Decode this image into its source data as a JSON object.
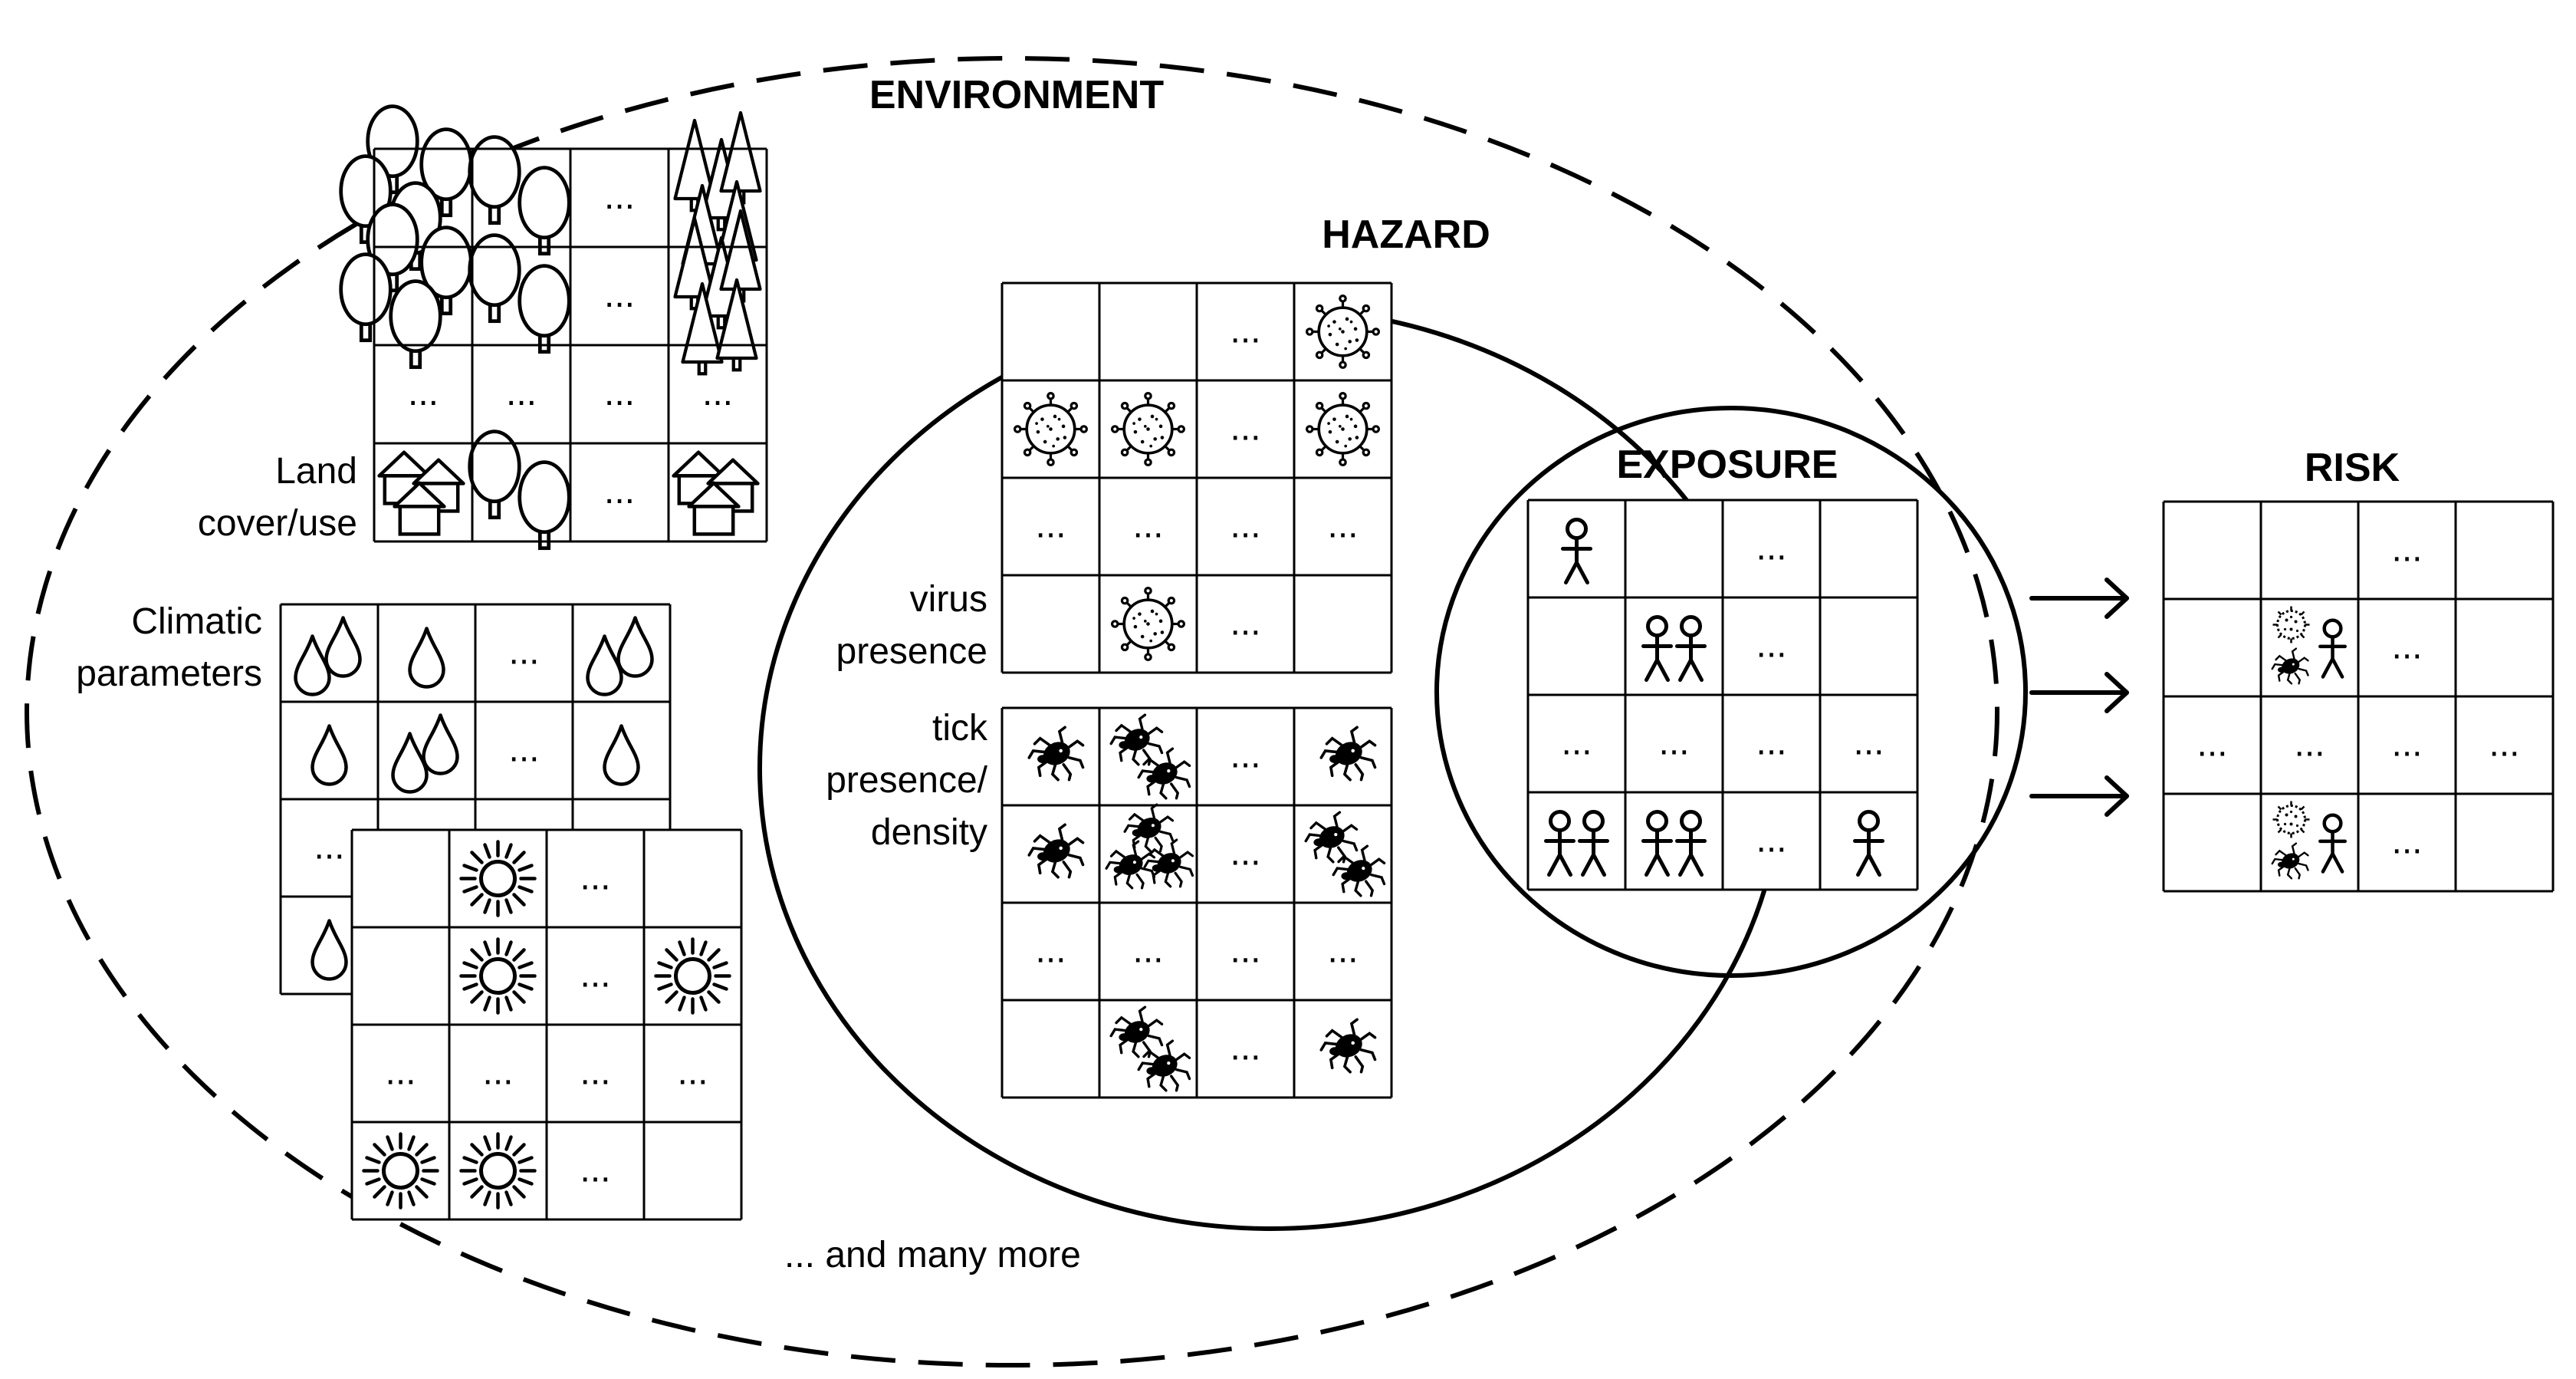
{
  "titles": {
    "environment": "ENVIRONMENT",
    "hazard": "HAZARD",
    "exposure": "EXPOSURE",
    "risk": "RISK"
  },
  "labels": {
    "land_line1": "Land",
    "land_line2": "cover/use",
    "climatic_line1": "Climatic",
    "climatic_line2": "parameters",
    "virus_line1": "virus",
    "virus_line2": "presence",
    "tick_line1": "tick",
    "tick_line2": "presence/",
    "tick_line3": "density",
    "footer": "... and many more"
  },
  "ellipsis": "...",
  "icon_names": [
    "deciduous-tree-icon",
    "conifer-tree-icon",
    "house-icon",
    "raindrop-icon",
    "sun-icon",
    "virus-icon",
    "tick-icon",
    "person-icon"
  ],
  "grids": {
    "land_cover": [
      [
        "deciduous-trees",
        "deciduous-trees",
        "ellipsis",
        "conifer-trees"
      ],
      [
        "deciduous-trees",
        "deciduous-trees",
        "ellipsis",
        "conifer-trees"
      ],
      [
        "ellipsis",
        "ellipsis",
        "ellipsis",
        "ellipsis"
      ],
      [
        "houses",
        "deciduous-trees",
        "ellipsis",
        "houses"
      ]
    ],
    "rainfall": [
      [
        "drops-2",
        "drops-1",
        "ellipsis",
        "drops-2"
      ],
      [
        "drops-1",
        "drops-2",
        "ellipsis",
        "drops-1"
      ],
      [
        "ellipsis",
        "",
        "",
        ""
      ],
      [
        "drops-1",
        "",
        "",
        ""
      ]
    ],
    "sunshine": [
      [
        "",
        "sun",
        "ellipsis",
        ""
      ],
      [
        "",
        "sun",
        "ellipsis",
        "sun"
      ],
      [
        "ellipsis",
        "ellipsis",
        "ellipsis",
        "ellipsis"
      ],
      [
        "sun",
        "sun",
        "ellipsis",
        ""
      ]
    ],
    "virus": [
      [
        "",
        "",
        "ellipsis",
        "virus"
      ],
      [
        "virus",
        "virus",
        "ellipsis",
        "virus"
      ],
      [
        "ellipsis",
        "ellipsis",
        "ellipsis",
        "ellipsis"
      ],
      [
        "",
        "virus",
        "ellipsis",
        ""
      ]
    ],
    "tick": [
      [
        "tick-1",
        "tick-2",
        "ellipsis",
        "tick-1"
      ],
      [
        "tick-1",
        "tick-3",
        "ellipsis",
        "tick-2"
      ],
      [
        "ellipsis",
        "ellipsis",
        "ellipsis",
        "ellipsis"
      ],
      [
        "",
        "tick-2",
        "ellipsis",
        "tick-1"
      ]
    ],
    "exposure": [
      [
        "person-1",
        "",
        "ellipsis",
        ""
      ],
      [
        "",
        "person-2",
        "ellipsis",
        ""
      ],
      [
        "ellipsis",
        "ellipsis",
        "ellipsis",
        "ellipsis"
      ],
      [
        "person-2",
        "person-2",
        "ellipsis",
        "person-1"
      ]
    ],
    "risk": [
      [
        "",
        "",
        "ellipsis",
        ""
      ],
      [
        "",
        "risk-combo",
        "ellipsis",
        ""
      ],
      [
        "ellipsis",
        "ellipsis",
        "ellipsis",
        "ellipsis"
      ],
      [
        "",
        "risk-combo",
        "ellipsis",
        ""
      ]
    ]
  }
}
